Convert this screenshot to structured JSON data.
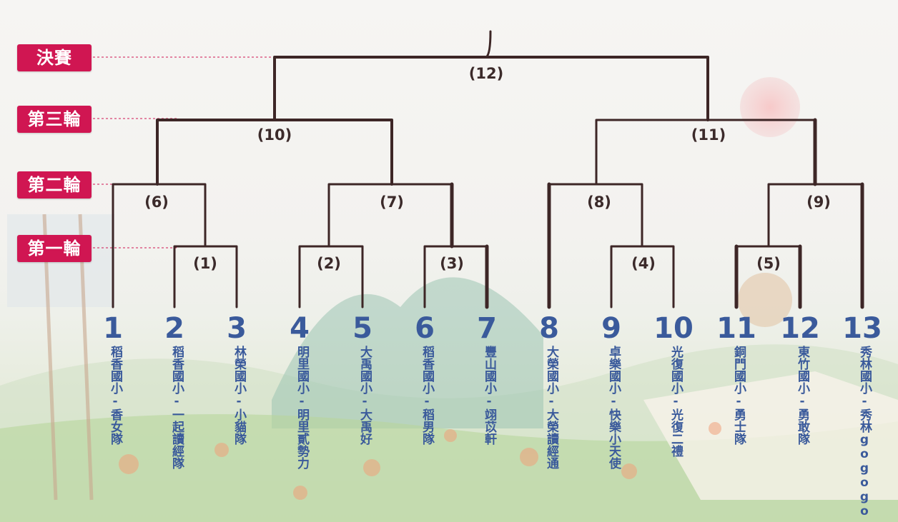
{
  "rounds": {
    "final": "決賽",
    "round3": "第三輪",
    "round2": "第二輪",
    "round1": "第一輪"
  },
  "matches": [
    "(1)",
    "(2)",
    "(3)",
    "(4)",
    "(5)",
    "(6)",
    "(7)",
    "(8)",
    "(9)",
    "(10)",
    "(11)",
    "(12)"
  ],
  "teams": [
    {
      "num": "1",
      "name": "稻香國小-香女隊"
    },
    {
      "num": "2",
      "name": "稻香國小-一起讀經隊"
    },
    {
      "num": "3",
      "name": "林榮國小-小貓隊"
    },
    {
      "num": "4",
      "name": "明里國小-明里貳勢力"
    },
    {
      "num": "5",
      "name": "大禹國小-大禹好"
    },
    {
      "num": "6",
      "name": "稻香國小-稻男隊"
    },
    {
      "num": "7",
      "name": "豐山國小-翊苡軒"
    },
    {
      "num": "8",
      "name": "大榮國小-大榮讀經通"
    },
    {
      "num": "9",
      "name": "卓樂國小-快樂小天使"
    },
    {
      "num": "10",
      "name": "光復國小-光復二禮"
    },
    {
      "num": "11",
      "name": "銅門國小-勇士隊"
    },
    {
      "num": "12",
      "name": "東竹國小-勇敢隊"
    },
    {
      "num": "13",
      "name": "秀林國小-秀林gogogo"
    }
  ],
  "colors": {
    "tag": "#d01652",
    "line": "#3d2626",
    "team": "#3a5a9b"
  }
}
